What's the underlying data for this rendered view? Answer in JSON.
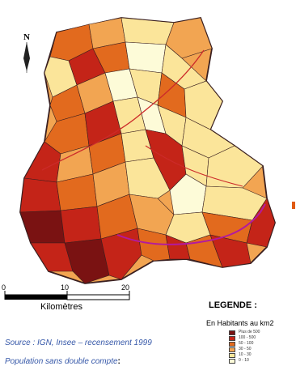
{
  "map": {
    "north_label": "N",
    "scale": {
      "ticks": [
        "0",
        "10",
        "20"
      ],
      "unit_label": "Kilomètres"
    },
    "colors": {
      "border": "#3a1f1f",
      "river": "#cc2a2a",
      "road": "#b21aa0",
      "marker": "#e05a12"
    }
  },
  "legend": {
    "title": "LEGENDE :",
    "unit": "En Habitants au km2",
    "classes": [
      {
        "label": "Plus de 500",
        "color": "#7a1212"
      },
      {
        "label": "100 - 500",
        "color": "#c42418"
      },
      {
        "label": "50 - 100",
        "color": "#e26a1e"
      },
      {
        "label": "30 - 50",
        "color": "#f2a552"
      },
      {
        "label": "10 - 30",
        "color": "#fbe59a"
      },
      {
        "label": "0 - 10",
        "color": "#fdfbd8"
      }
    ]
  },
  "footer": {
    "source": "Source : IGN, Insee – recensement 1999",
    "population": "Population sans double compte",
    "colon": ":"
  }
}
